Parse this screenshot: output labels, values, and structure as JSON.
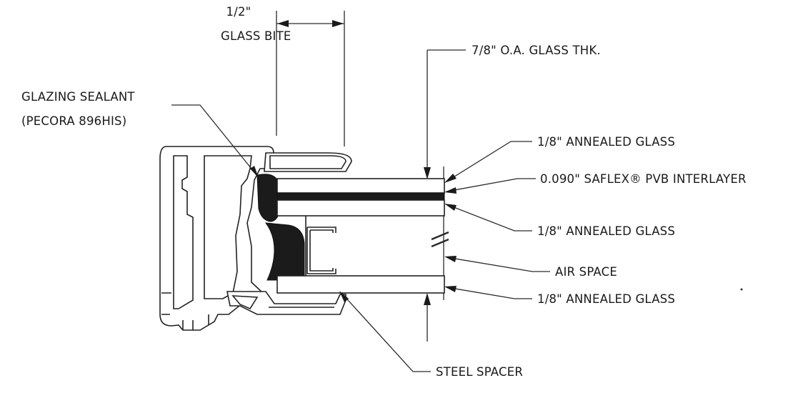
{
  "labels": {
    "glass_bite_value": "1/2\"",
    "glass_bite": "GLASS BITE",
    "glazing_sealant": "GLAZING SEALANT",
    "glazing_sealant_product": "(PECORA 896HIS)",
    "overall_thickness": "7/8\" O.A. GLASS THK.",
    "annealed_glass_top": "1/8\" ANNEALED GLASS",
    "interlayer": "0.090\" SAFLEX® PVB INTERLAYER",
    "annealed_glass_middle": "1/8\" ANNEALED GLASS",
    "air_space": "AIR SPACE",
    "annealed_glass_bottom": "1/8\" ANNEALED GLASS",
    "steel_spacer": "STEEL SPACER"
  }
}
